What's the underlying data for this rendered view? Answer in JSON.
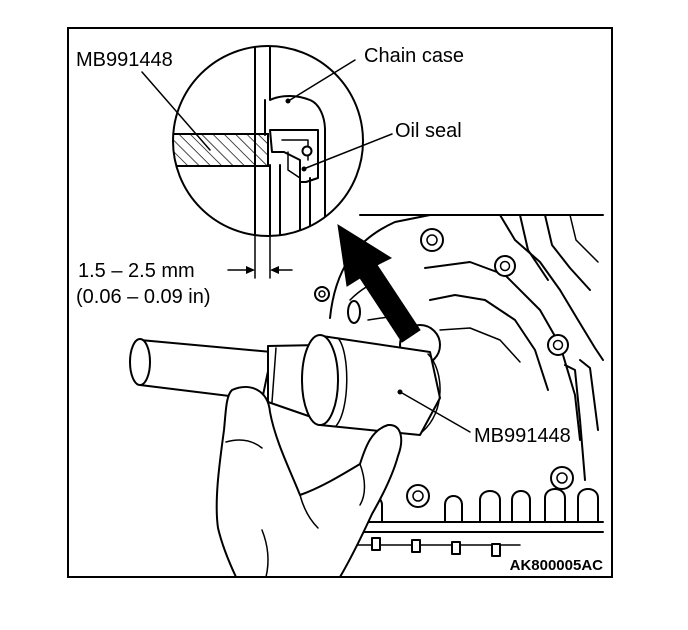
{
  "labels": {
    "tool_top": "MB991448",
    "chain_case": "Chain case",
    "oil_seal": "Oil seal",
    "dim_mm": "1.5 – 2.5 mm",
    "dim_in": "(0.06 – 0.09 in)",
    "tool_bottom": "MB991448",
    "figure_code": "AK800005AC"
  }
}
